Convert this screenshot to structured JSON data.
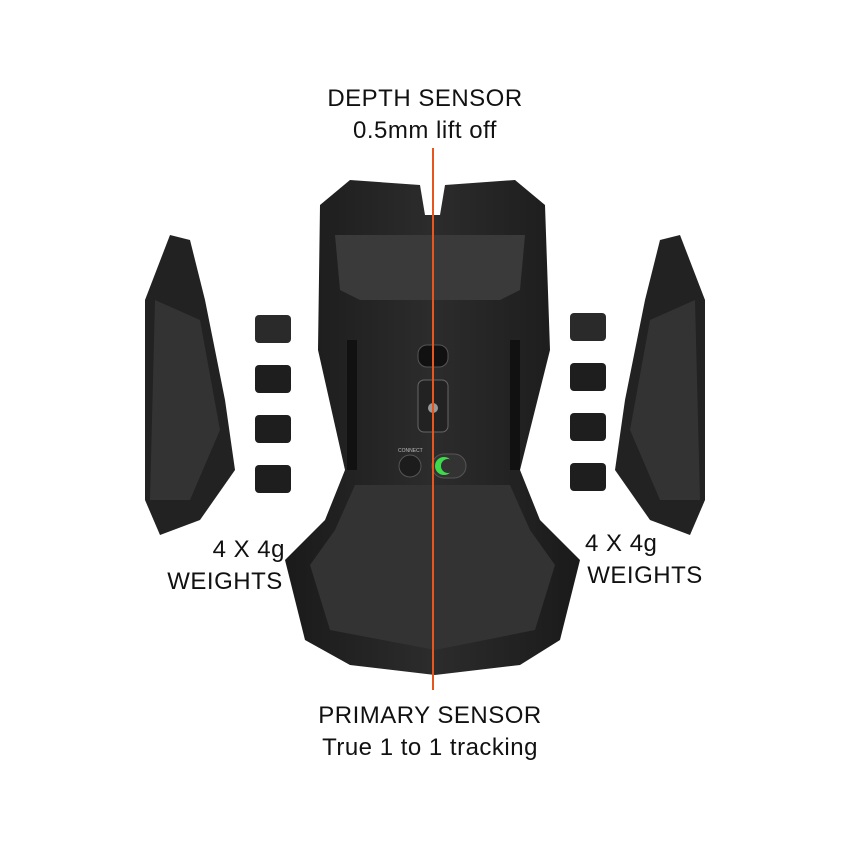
{
  "top_label": {
    "title": "DEPTH SENSOR",
    "subtitle": "0.5mm lift off"
  },
  "bottom_label": {
    "title": "PRIMARY SENSOR",
    "subtitle": "True 1 to 1 tracking"
  },
  "left_label": {
    "line1": "4 X 4g",
    "line2": "WEIGHTS"
  },
  "right_label": {
    "line1": "4 X 4g",
    "line2": "WEIGHTS"
  },
  "connect_label": "CONNECT",
  "colors": {
    "accent": "#e8561f",
    "switch": "#3ddc4a"
  }
}
